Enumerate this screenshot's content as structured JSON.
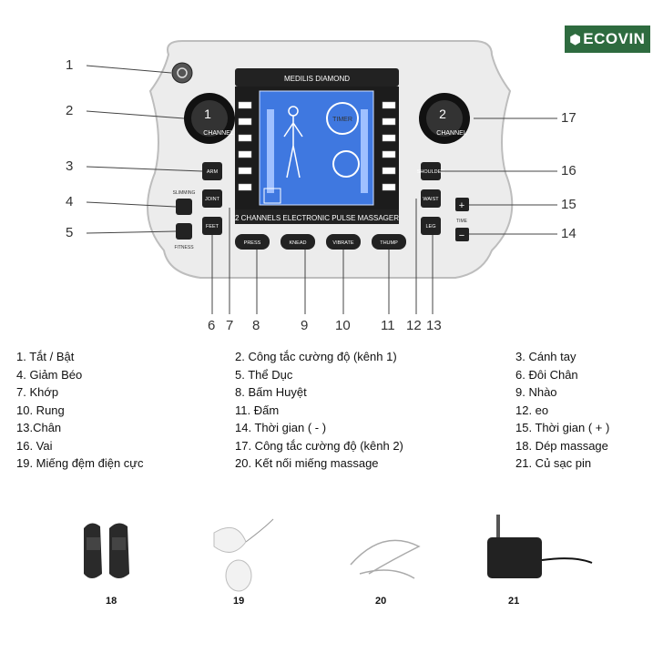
{
  "brand": {
    "name": "ECOVIN",
    "icon": "box-icon"
  },
  "device": {
    "model": "MEDILIS DIAMOND",
    "banner": "2 CHANNELS ELECTRONIC PULSE MASSAGER",
    "timer": "TIMER",
    "channel_left": "1",
    "channel_right": "2",
    "channel_word": "CHANNEL",
    "buttons": {
      "arm": "ARM",
      "joint": "JOINT",
      "feet": "FEET",
      "slimming": "SLIMMING",
      "fitness": "FITNESS",
      "shoulder": "SHOULDER",
      "waist": "WAIST",
      "leg": "LEG",
      "time": "TIME",
      "plus": "+",
      "minus": "−",
      "press": "PRESS",
      "knead": "KNEAD",
      "vibrate": "VIBRATE",
      "thump": "THUMP"
    }
  },
  "callouts": [
    "1",
    "2",
    "3",
    "4",
    "5",
    "6",
    "7",
    "8",
    "9",
    "10",
    "11",
    "12",
    "13",
    "14",
    "15",
    "16",
    "17"
  ],
  "legend": [
    [
      "1. Tắt / Bật",
      "2. Công tắc cường độ (kênh 1)",
      "3. Cánh tay"
    ],
    [
      "4. Giảm Béo",
      "5. Thể Dục",
      "6. Đôi Chân"
    ],
    [
      "7. Khớp",
      "8. Bấm Huyệt",
      "9. Nhào"
    ],
    [
      "10. Rung",
      "11. Đấm",
      "12. eo"
    ],
    [
      "13.Chân",
      "14. Thời gian  ( - )",
      "15. Thời gian  ( + )"
    ],
    [
      "16. Vai",
      "17. Công tắc cường độ (kênh 2)",
      "18. Dép massage"
    ],
    [
      "19. Miếng đệm điện cực",
      "20. Kết nối miếng massage",
      "21. Củ sạc pin"
    ]
  ],
  "accessories": [
    {
      "key": "18",
      "icon": "slippers-icon"
    },
    {
      "key": "19",
      "icon": "electrode-pads-icon"
    },
    {
      "key": "20",
      "icon": "cable-icon"
    },
    {
      "key": "21",
      "icon": "charger-icon"
    }
  ]
}
